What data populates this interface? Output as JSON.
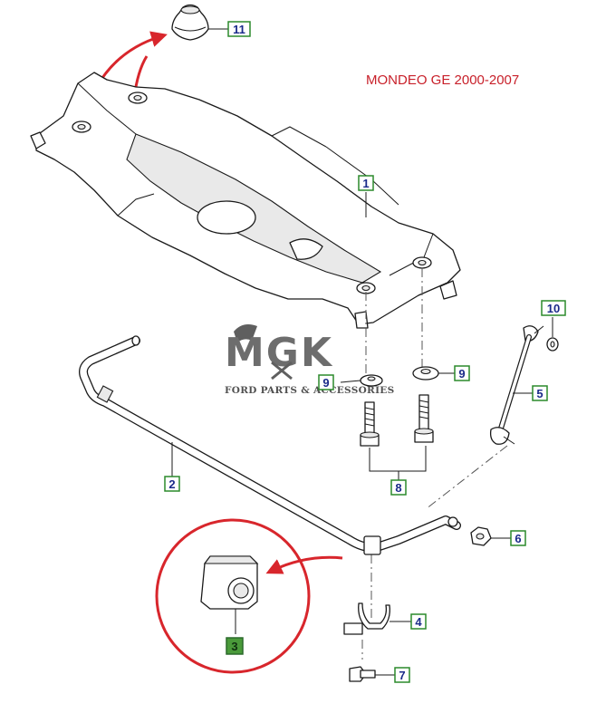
{
  "header": {
    "model_title": "MONDEO GE 2000-2007"
  },
  "watermark": {
    "brand": "MGK",
    "tagline": "FORD PARTS & ACCESSORIES"
  },
  "callouts": [
    {
      "id": "c1",
      "label": "1"
    },
    {
      "id": "c2",
      "label": "2"
    },
    {
      "id": "c3",
      "label": "3",
      "highlighted": true
    },
    {
      "id": "c4",
      "label": "4"
    },
    {
      "id": "c5",
      "label": "5"
    },
    {
      "id": "c6",
      "label": "6"
    },
    {
      "id": "c7",
      "label": "7"
    },
    {
      "id": "c8",
      "label": "8"
    },
    {
      "id": "c9a",
      "label": "9"
    },
    {
      "id": "c9b",
      "label": "9"
    },
    {
      "id": "c10",
      "label": "10"
    },
    {
      "id": "c11",
      "label": "11"
    }
  ],
  "colors": {
    "callout_border": "#2b8a2b",
    "callout_fill": "#ffffff",
    "callout_text": "#1a2a8a",
    "callout_highlight_fill": "#4a9a3a",
    "arrow_red": "#d8262c",
    "circle_red": "#d8262c",
    "title_red": "#c8202a"
  },
  "icons": [
    "subframe-drawing",
    "stabilizer-bar-drawing",
    "bushing-drawing",
    "bolt-drawing",
    "link-rod-drawing",
    "nut-drawing",
    "bracket-drawing",
    "washer-drawing",
    "mount-drawing",
    "brand-logo"
  ]
}
